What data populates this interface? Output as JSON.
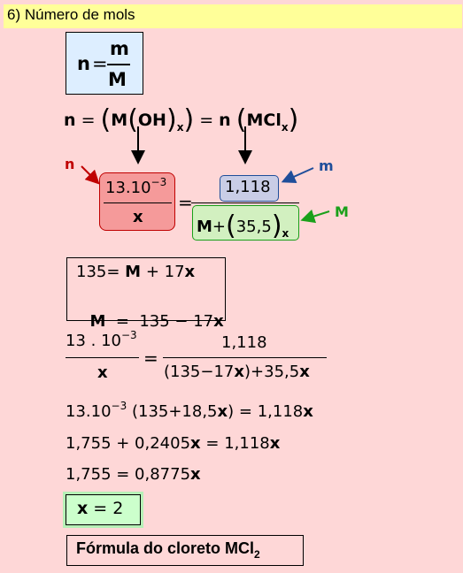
{
  "header": {
    "title": "6) Número de mols"
  },
  "formula_box": {
    "lhs": "n",
    "eq": "=",
    "num": "m",
    "den": "M"
  },
  "relation": {
    "lhs": "n",
    "eq1": "=",
    "paren_open": "(",
    "base": "M",
    "oh_open": "(",
    "oh": "OH",
    "oh_close": ")",
    "x": "x",
    "paren_close": ")",
    "eq2": "=",
    "n2": "n",
    "mcl_open": "(",
    "mcl": "MCl",
    "x2": "x",
    "mcl_close": ")"
  },
  "frac_left": {
    "num_base": "13.10",
    "num_exp": "−3",
    "den": "x"
  },
  "frac_right": {
    "num": "1,118",
    "den_m": "M",
    "den_plus": "+",
    "den_paren_open": "(",
    "den_val": "35,5",
    "den_paren_close": ")",
    "den_x": "x"
  },
  "eq_sign": "=",
  "labels": {
    "n": "n",
    "m": "m",
    "M": "M"
  },
  "system": {
    "line1": "135 = M + 17x",
    "line1_a": "135",
    "line1_b": "= ",
    "line1_c": "M",
    "line1_d": " + 17",
    "line1_e": "x",
    "line2_a": "M",
    "line2_b": "  =  135 − 17",
    "line2_c": "x"
  },
  "eq3": {
    "num_a": "13 . 10",
    "num_exp": "−3",
    "den": "x",
    "eq": "=",
    "rnum": "1,118",
    "rden_a": "(135",
    "rden_b": "−17",
    "rden_c": "x",
    "rden_d": ")+35,5",
    "rden_e": "x"
  },
  "eq4": {
    "a": "13.10",
    "exp": "−3",
    "b": " ",
    "c": "(135+18,5",
    "d": "x",
    "e": ") = 1,118",
    "f": "x"
  },
  "eq5": {
    "a": "1,755 + 0,2405",
    "b": "x",
    "c": " = 1,118",
    "d": "x"
  },
  "eq6": {
    "a": "1,755 = 0,8775",
    "b": "x"
  },
  "answer": {
    "a": "x",
    "b": " = 2"
  },
  "final": {
    "text": "Fórmula do cloreto MCl",
    "sub": "2"
  },
  "colors": {
    "header_bg": "#ffff99",
    "page_bg": "#fed7d7",
    "blue_box": "#ddeeff",
    "red_box": "#f59a9a",
    "purple_box": "#c9cde6",
    "green_box": "#d2f0c0",
    "answer_box": "#ccffcc",
    "red": "#c00000",
    "blue": "#1f4e9a",
    "green": "#1aa01a"
  }
}
